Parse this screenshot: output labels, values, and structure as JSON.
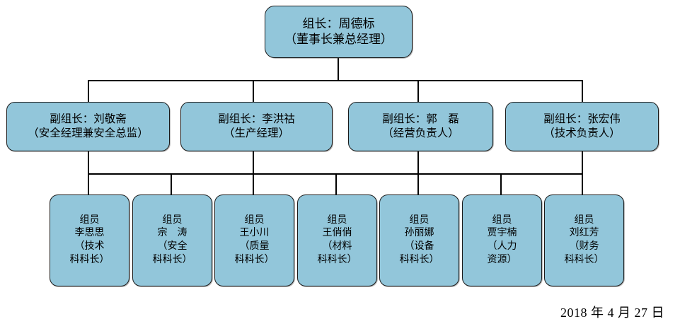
{
  "diagram": {
    "title_role": "组长：周德标",
    "colors": {
      "node_fill": "#92C6DA",
      "node_border": "#1A1A1A",
      "connector": "#000000",
      "background": "#FFFFFF",
      "text": "#000000"
    },
    "root": {
      "line1": "组长：周德标",
      "line2": "（董事长兼总经理）"
    },
    "deputies": [
      {
        "line1": "副组长：刘敬斋",
        "line2": "（安全经理兼安全总监）"
      },
      {
        "line1": "副组长：李洪祜",
        "line2": "（生产经理）"
      },
      {
        "line1": "副组长：郭　磊",
        "line2": "（经营负责人）"
      },
      {
        "line1": "副组长：张宏伟",
        "line2": "（技术负责人）"
      }
    ],
    "members": [
      {
        "line1": "组员",
        "line2": "李思思",
        "line3": "（技术",
        "line4": "科科长）"
      },
      {
        "line1": "组员",
        "line2": "宗　涛",
        "line3": "（安全",
        "line4": "科科长）"
      },
      {
        "line1": "组员",
        "line2": "王小川",
        "line3": "（质量",
        "line4": "科科长）"
      },
      {
        "line1": "组员",
        "line2": "王俏俏",
        "line3": "（材料",
        "line4": "科科长）"
      },
      {
        "line1": "组员",
        "line2": "孙丽娜",
        "line3": "（设备",
        "line4": "科科长）"
      },
      {
        "line1": "组员",
        "line2": "贾宇楠",
        "line3": "（人力",
        "line4": "资源）"
      },
      {
        "line1": "组员",
        "line2": "刘红芳",
        "line3": "（财务",
        "line4": "科科长）"
      }
    ],
    "footer": {
      "date": "2018 年 4 月 27 日"
    }
  }
}
